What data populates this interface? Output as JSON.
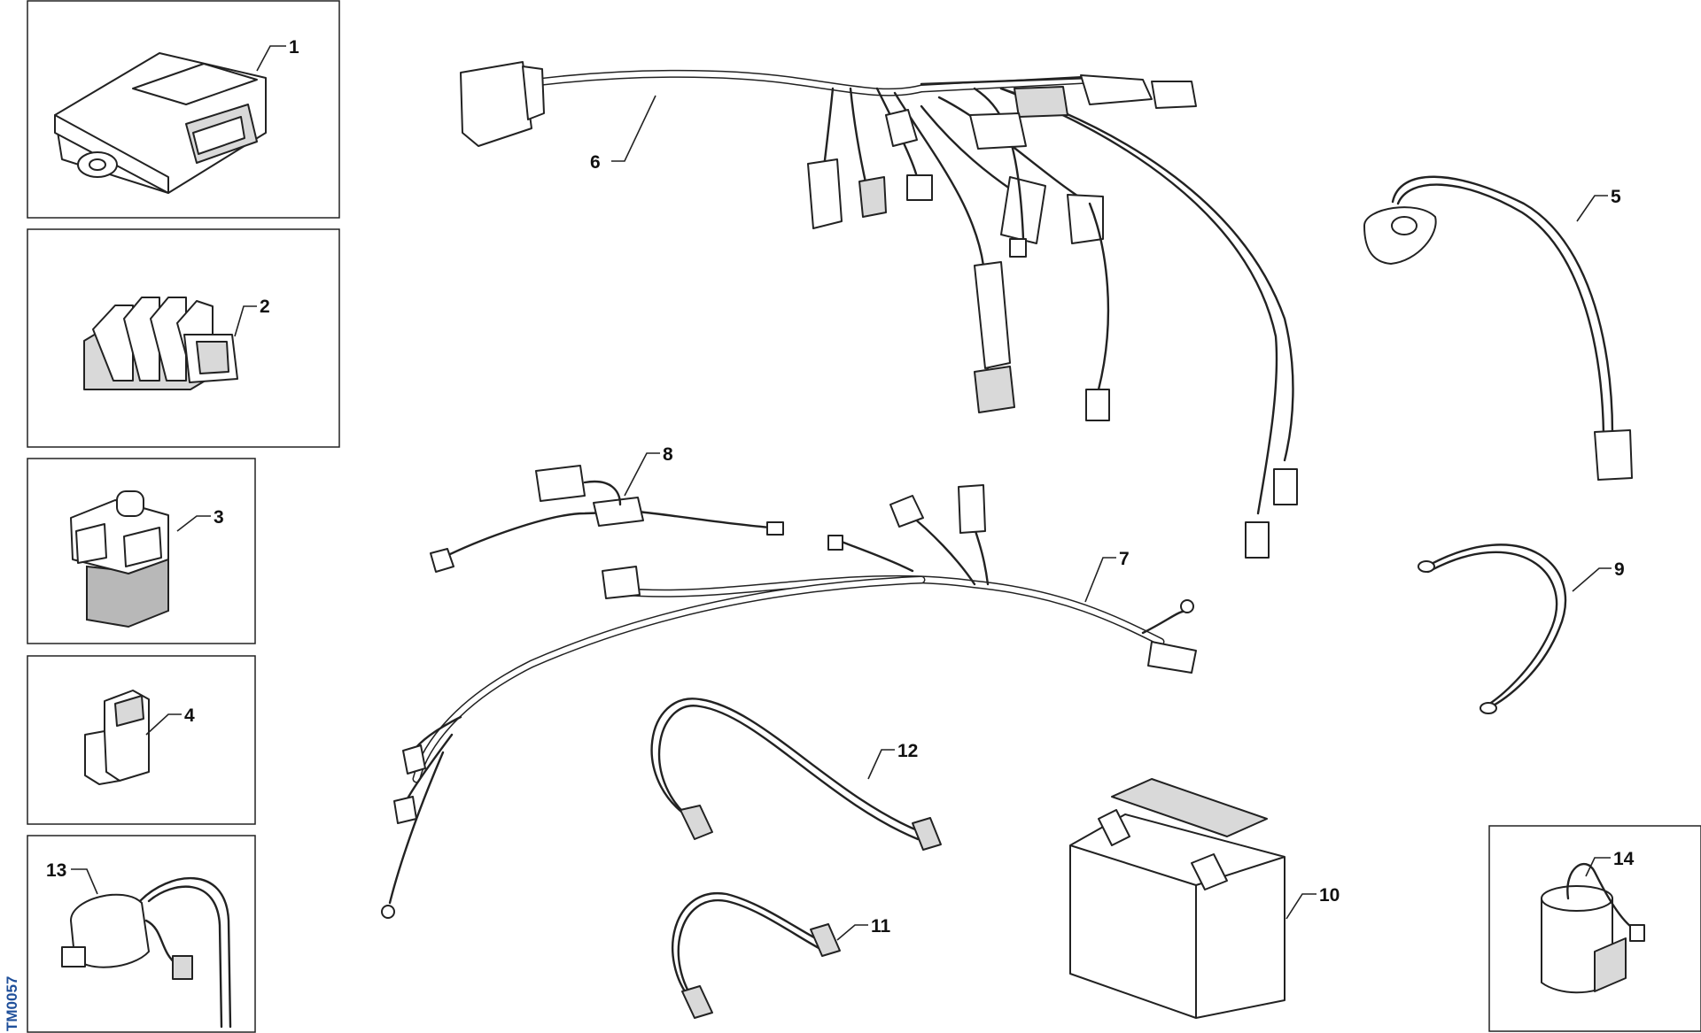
{
  "drawing_code": "TM0057",
  "callouts": [
    "1",
    "2",
    "3",
    "4",
    "5",
    "6",
    "7",
    "8",
    "9",
    "10",
    "11",
    "12",
    "13",
    "14"
  ],
  "colors": {
    "line": "#222222",
    "shading": "#d9d9d9",
    "code_text": "#1f4f9a"
  }
}
